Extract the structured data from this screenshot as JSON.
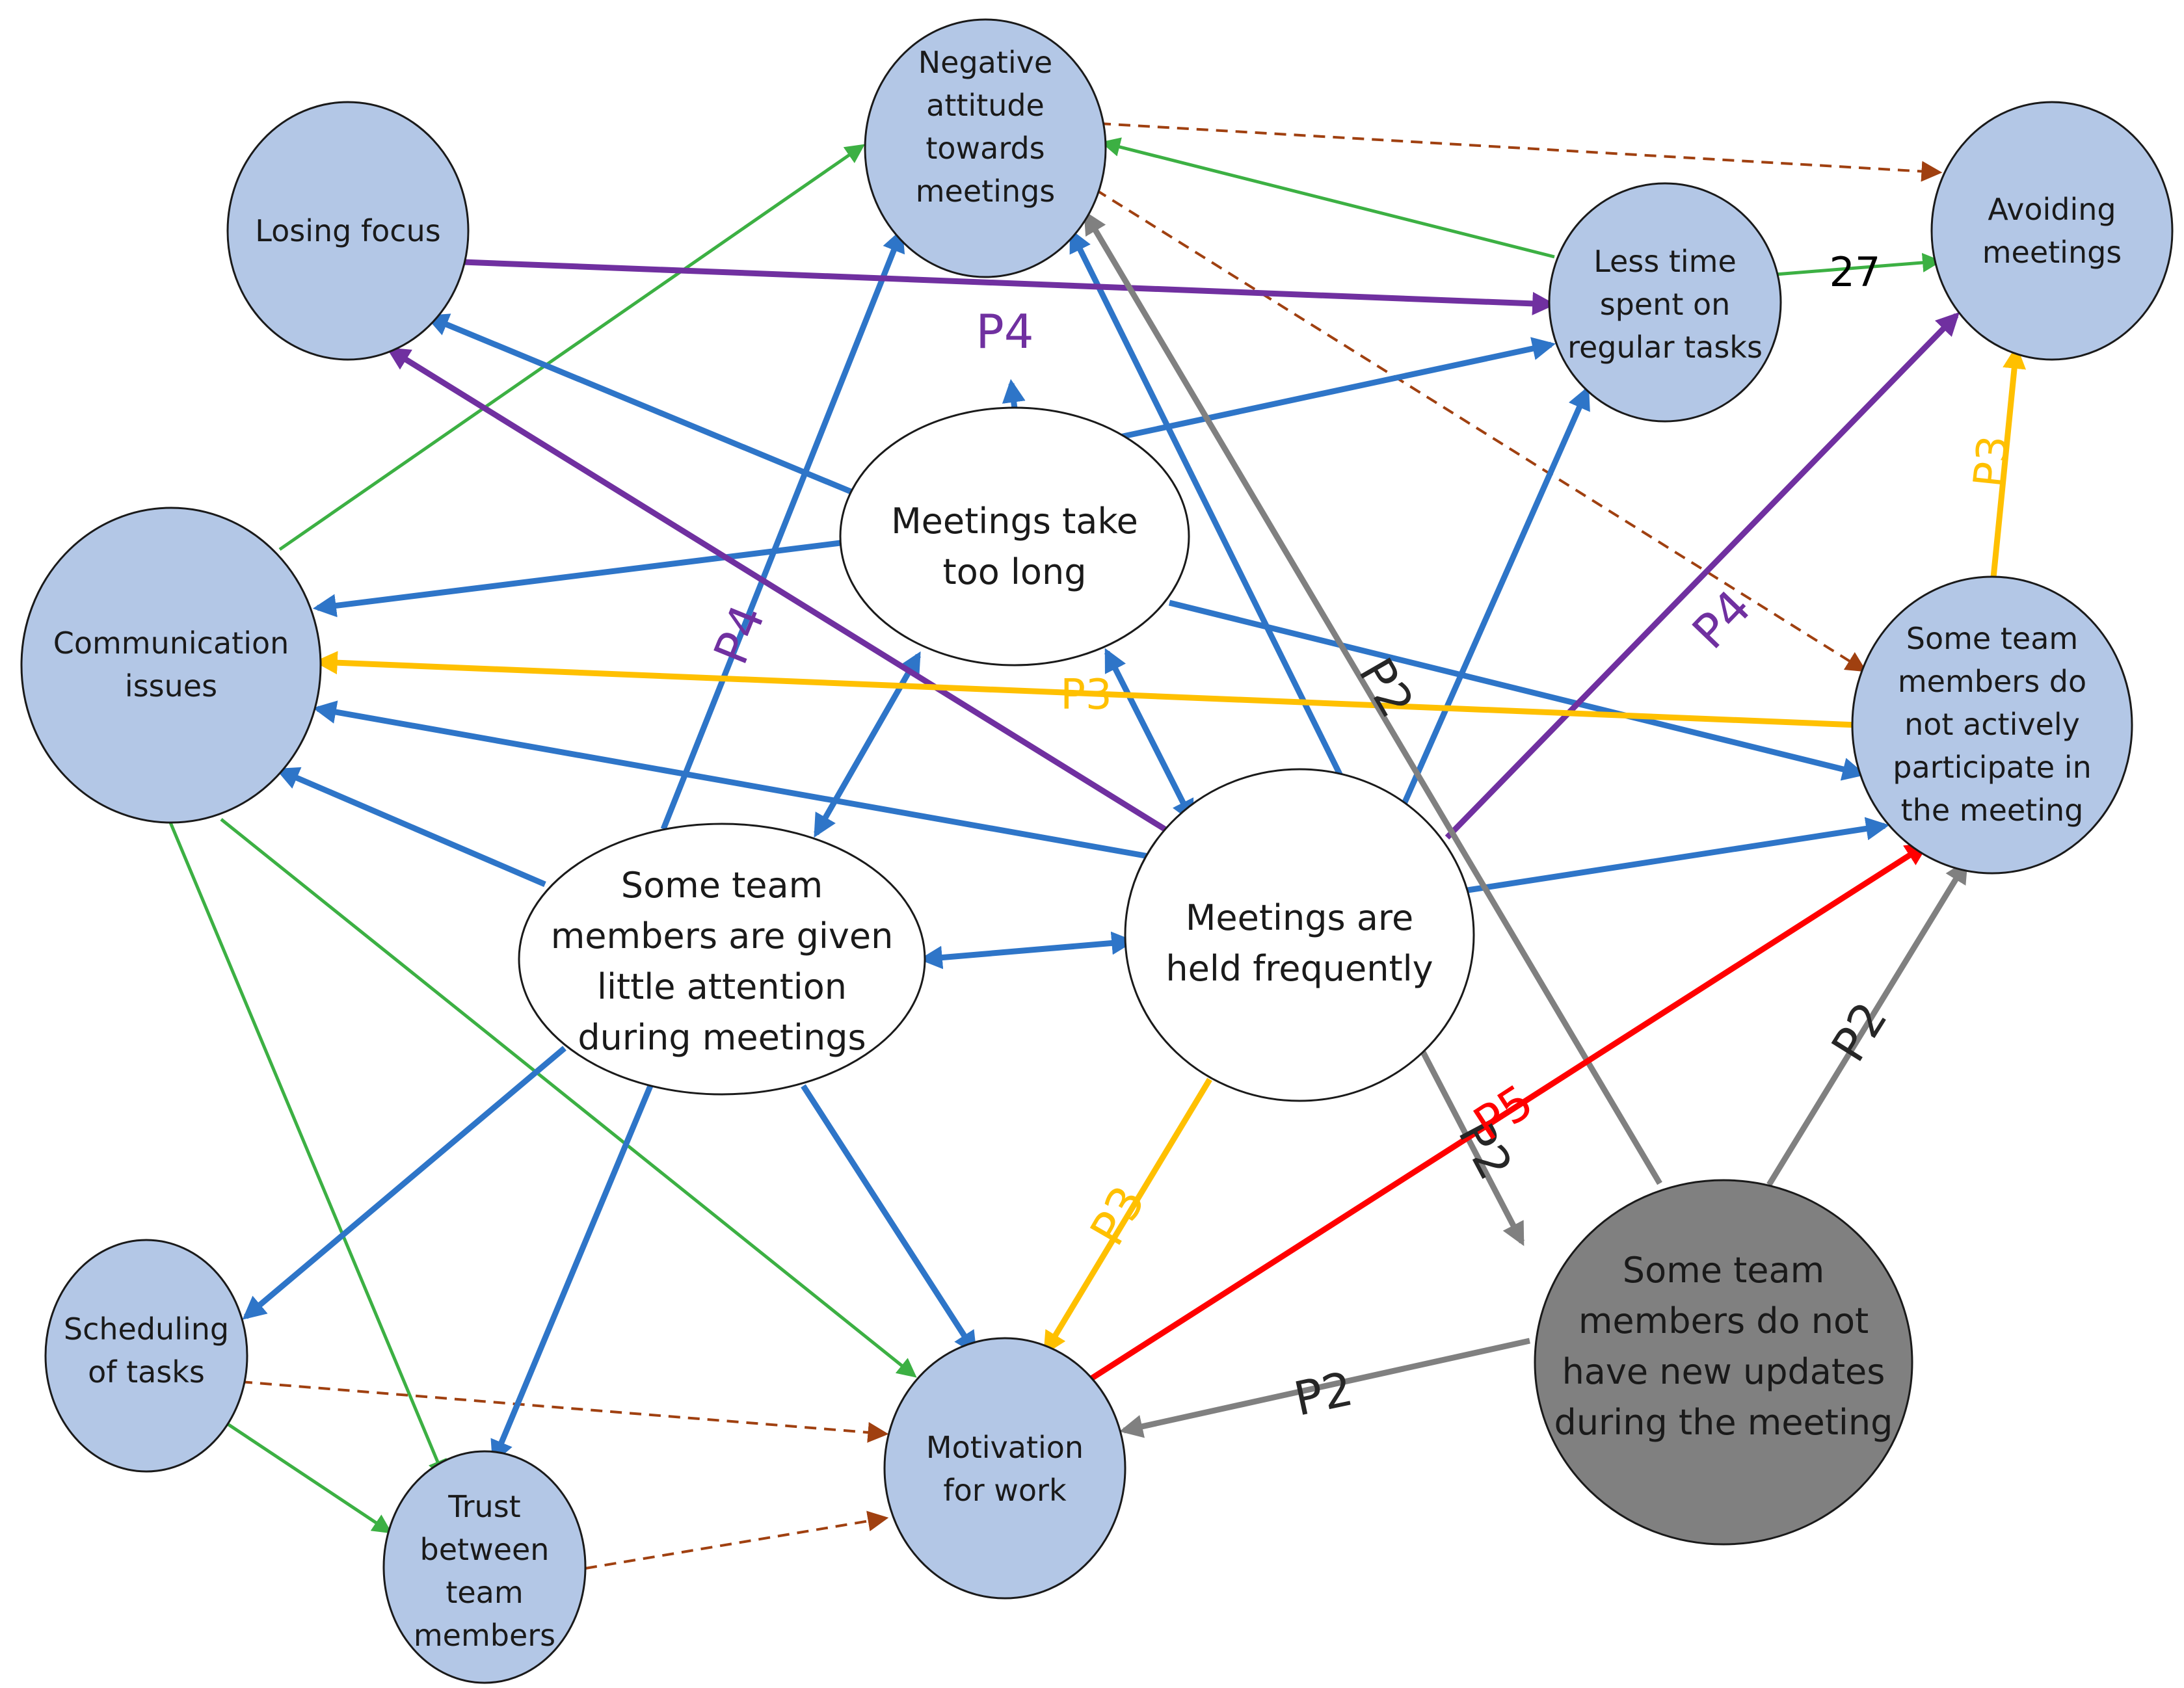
{
  "nodes": [
    {
      "id": "losing_focus",
      "lines": [
        "Losing focus"
      ],
      "fill": "#b3c7e6",
      "text_color": "#1a1a1a",
      "stroke": "#1a1a1a"
    },
    {
      "id": "negative_attitude",
      "lines": [
        "Negative",
        "attitude",
        "towards",
        "meetings"
      ],
      "fill": "#b3c7e6",
      "text_color": "#1a1a1a",
      "stroke": "#1a1a1a"
    },
    {
      "id": "less_time",
      "lines": [
        "Less time",
        "spent on",
        "regular tasks"
      ],
      "fill": "#b3c7e6",
      "text_color": "#1a1a1a",
      "stroke": "#1a1a1a"
    },
    {
      "id": "avoiding",
      "lines": [
        "Avoiding",
        "meetings"
      ],
      "fill": "#b3c7e6",
      "text_color": "#1a1a1a",
      "stroke": "#1a1a1a"
    },
    {
      "id": "communication",
      "lines": [
        "Communication",
        "issues"
      ],
      "fill": "#b3c7e6",
      "text_color": "#1a1a1a",
      "stroke": "#1a1a1a"
    },
    {
      "id": "take_too_long",
      "lines": [
        "Meetings take",
        "too long"
      ],
      "fill": "#ffffff",
      "text_color": "#1a1a1a",
      "stroke": "#1a1a1a"
    },
    {
      "id": "not_participate",
      "lines": [
        "Some team",
        "members do",
        "not actively",
        "participate in",
        "the meeting"
      ],
      "fill": "#b3c7e6",
      "text_color": "#1a1a1a",
      "stroke": "#1a1a1a"
    },
    {
      "id": "little_attention",
      "lines": [
        "Some team",
        "members are given",
        "little attention",
        "during meetings"
      ],
      "fill": "#ffffff",
      "text_color": "#1a1a1a",
      "stroke": "#1a1a1a"
    },
    {
      "id": "held_frequently",
      "lines": [
        "Meetings are",
        "held frequently"
      ],
      "fill": "#ffffff",
      "text_color": "#1a1a1a",
      "stroke": "#1a1a1a"
    },
    {
      "id": "scheduling",
      "lines": [
        "Scheduling",
        "of tasks"
      ],
      "fill": "#b3c7e6",
      "text_color": "#1a1a1a",
      "stroke": "#1a1a1a"
    },
    {
      "id": "motivation",
      "lines": [
        "Motivation",
        "for work"
      ],
      "fill": "#b3c7e6",
      "text_color": "#1a1a1a",
      "stroke": "#1a1a1a"
    },
    {
      "id": "no_updates",
      "lines": [
        "Some team",
        "members do not",
        "have new updates",
        "during the meeting"
      ],
      "fill": "#808080",
      "text_color": "#1a1a1a",
      "stroke": "#1a1a1a"
    },
    {
      "id": "trust",
      "lines": [
        "Trust",
        "between",
        "team",
        "members"
      ],
      "fill": "#b3c7e6",
      "text_color": "#1a1a1a",
      "stroke": "#1a1a1a"
    }
  ],
  "edge_colors": {
    "blue": "#2e75c8",
    "green": "#3cb043",
    "purple": "#7030a0",
    "yellow": "#ffc000",
    "grey": "#808080",
    "red": "#ff0000",
    "brown_dashed": "#a04010"
  },
  "edge_labels": [
    {
      "id": "p4_top",
      "text": "P4",
      "color": "#7030a0"
    },
    {
      "id": "p4_left",
      "text": "P4",
      "color": "#7030a0"
    },
    {
      "id": "p3_mid",
      "text": "P3",
      "color": "#ffc000"
    },
    {
      "id": "p2_diag",
      "text": "P2",
      "color": "#262626"
    },
    {
      "id": "p4_right",
      "text": "P4",
      "color": "#7030a0"
    },
    {
      "id": "p3_right",
      "text": "P3",
      "color": "#ffc000"
    },
    {
      "id": "label_27",
      "text": "27",
      "color": "#000000"
    },
    {
      "id": "p3_bottom",
      "text": "P3",
      "color": "#ffc000"
    },
    {
      "id": "p2_lower",
      "text": "P2",
      "color": "#262626"
    },
    {
      "id": "p5",
      "text": "P5",
      "color": "#ff0000"
    },
    {
      "id": "p2_right",
      "text": "P2",
      "color": "#262626"
    },
    {
      "id": "p2_bottom",
      "text": "P2",
      "color": "#262626"
    }
  ]
}
